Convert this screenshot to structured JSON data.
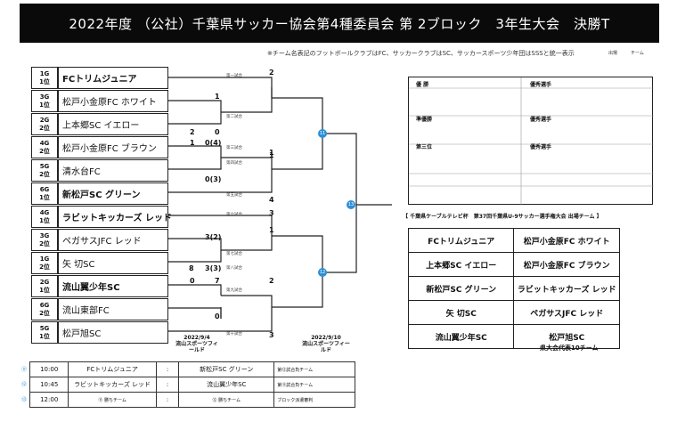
{
  "title": "2022年度 （公社）千葉県サッカー協会第4種委員会 第 2ブロック　3年生大会　決勝T",
  "note": "※チーム名表記のフットボールクラブはFC、サッカークラブはSC、サッカースポーツ少年団はSSSと統一表示",
  "legend": "出場　　　チーム",
  "teams": [
    {
      "seed": [
        "1G",
        "1位"
      ],
      "name": "FCトリムジュニア",
      "strong": true
    },
    {
      "seed": [
        "3G",
        "1位"
      ],
      "name": "松戸小金原FC ホワイト",
      "strong": false
    },
    {
      "seed": [
        "2G",
        "2位"
      ],
      "name": "上本郷SC イエロー",
      "strong": false
    },
    {
      "seed": [
        "4G",
        "2位"
      ],
      "name": "松戸小金原FC ブラウン",
      "strong": false
    },
    {
      "seed": [
        "5G",
        "2位"
      ],
      "name": "清水台FC",
      "strong": false
    },
    {
      "seed": [
        "6G",
        "1位"
      ],
      "name": "新松戸SC グリーン",
      "strong": true
    },
    {
      "seed": [
        "4G",
        "1位"
      ],
      "name": "ラビットキッカーズ レッド",
      "strong": true
    },
    {
      "seed": [
        "3G",
        "2位"
      ],
      "name": "ペガサスJFC レッド",
      "strong": false
    },
    {
      "seed": [
        "1G",
        "2位"
      ],
      "name": "矢 切SC",
      "strong": false
    },
    {
      "seed": [
        "2G",
        "1位"
      ],
      "name": "流山翼少年SC",
      "strong": true
    },
    {
      "seed": [
        "6G",
        "2位"
      ],
      "name": "流山東部FC",
      "strong": false
    },
    {
      "seed": [
        "5G",
        "1位"
      ],
      "name": "松戸旭SC",
      "strong": false
    }
  ],
  "scores": [
    "2",
    "1",
    "1",
    "2",
    "0",
    "1",
    "0(4)",
    "1",
    "0(3)",
    "4",
    "3",
    "3(2)",
    "1",
    "8",
    "3(3)",
    "0",
    "7",
    "2",
    "0",
    "3"
  ],
  "match_labels": [
    "第一試合",
    "第二試合",
    "第三試合",
    "第四試合",
    "第五試合",
    "第六試合",
    "第七試合",
    "第八試合",
    "第九試合",
    "第十試合"
  ],
  "markers": [
    "11",
    "12",
    "13"
  ],
  "dates": {
    "day1": [
      "2022/9/4",
      "流山スポーツフィールド"
    ],
    "day2": [
      "2022/9/10",
      "流山スポーツフィールド"
    ]
  },
  "results": {
    "winner": "優 勝",
    "runner_up": "準優勝",
    "third": "第三位",
    "top_player": "優秀選手"
  },
  "qualifier_title": "【 千葉県ケーブルテレビ杯　第37回千葉県U-9サッカー選手権大会 出場チーム 】",
  "qualifiers": [
    [
      "FCトリムジュニア",
      "松戸小金原FC ホワイト"
    ],
    [
      "上本郷SC イエロー",
      "松戸小金原FC ブラウン"
    ],
    [
      "新松戸SC グリーン",
      "ラビットキッカーズ レッド"
    ],
    [
      "矢 切SC",
      "ペガサスJFC レッド"
    ],
    [
      "流山翼少年SC",
      "松戸旭SC"
    ]
  ],
  "qualifier_footer": "県大会代表10チーム",
  "schedule": [
    {
      "mark": "⑪",
      "time": "10:00",
      "home": "FCトリムジュニア",
      "sep": ":",
      "away": "新松戸SC グリーン",
      "note": "第⑫試合負チーム"
    },
    {
      "mark": "⑫",
      "time": "10:45",
      "home": "ラビットキッカーズ レッド",
      "sep": ":",
      "away": "流山翼少年SC",
      "note": "第⑪試合負チーム"
    },
    {
      "mark": "⑬",
      "time": "12:00",
      "home": "⑪ 勝ちチーム",
      "sep": ":",
      "away": "⑫ 勝ちチーム",
      "note": "ブロック派遣審判"
    }
  ]
}
